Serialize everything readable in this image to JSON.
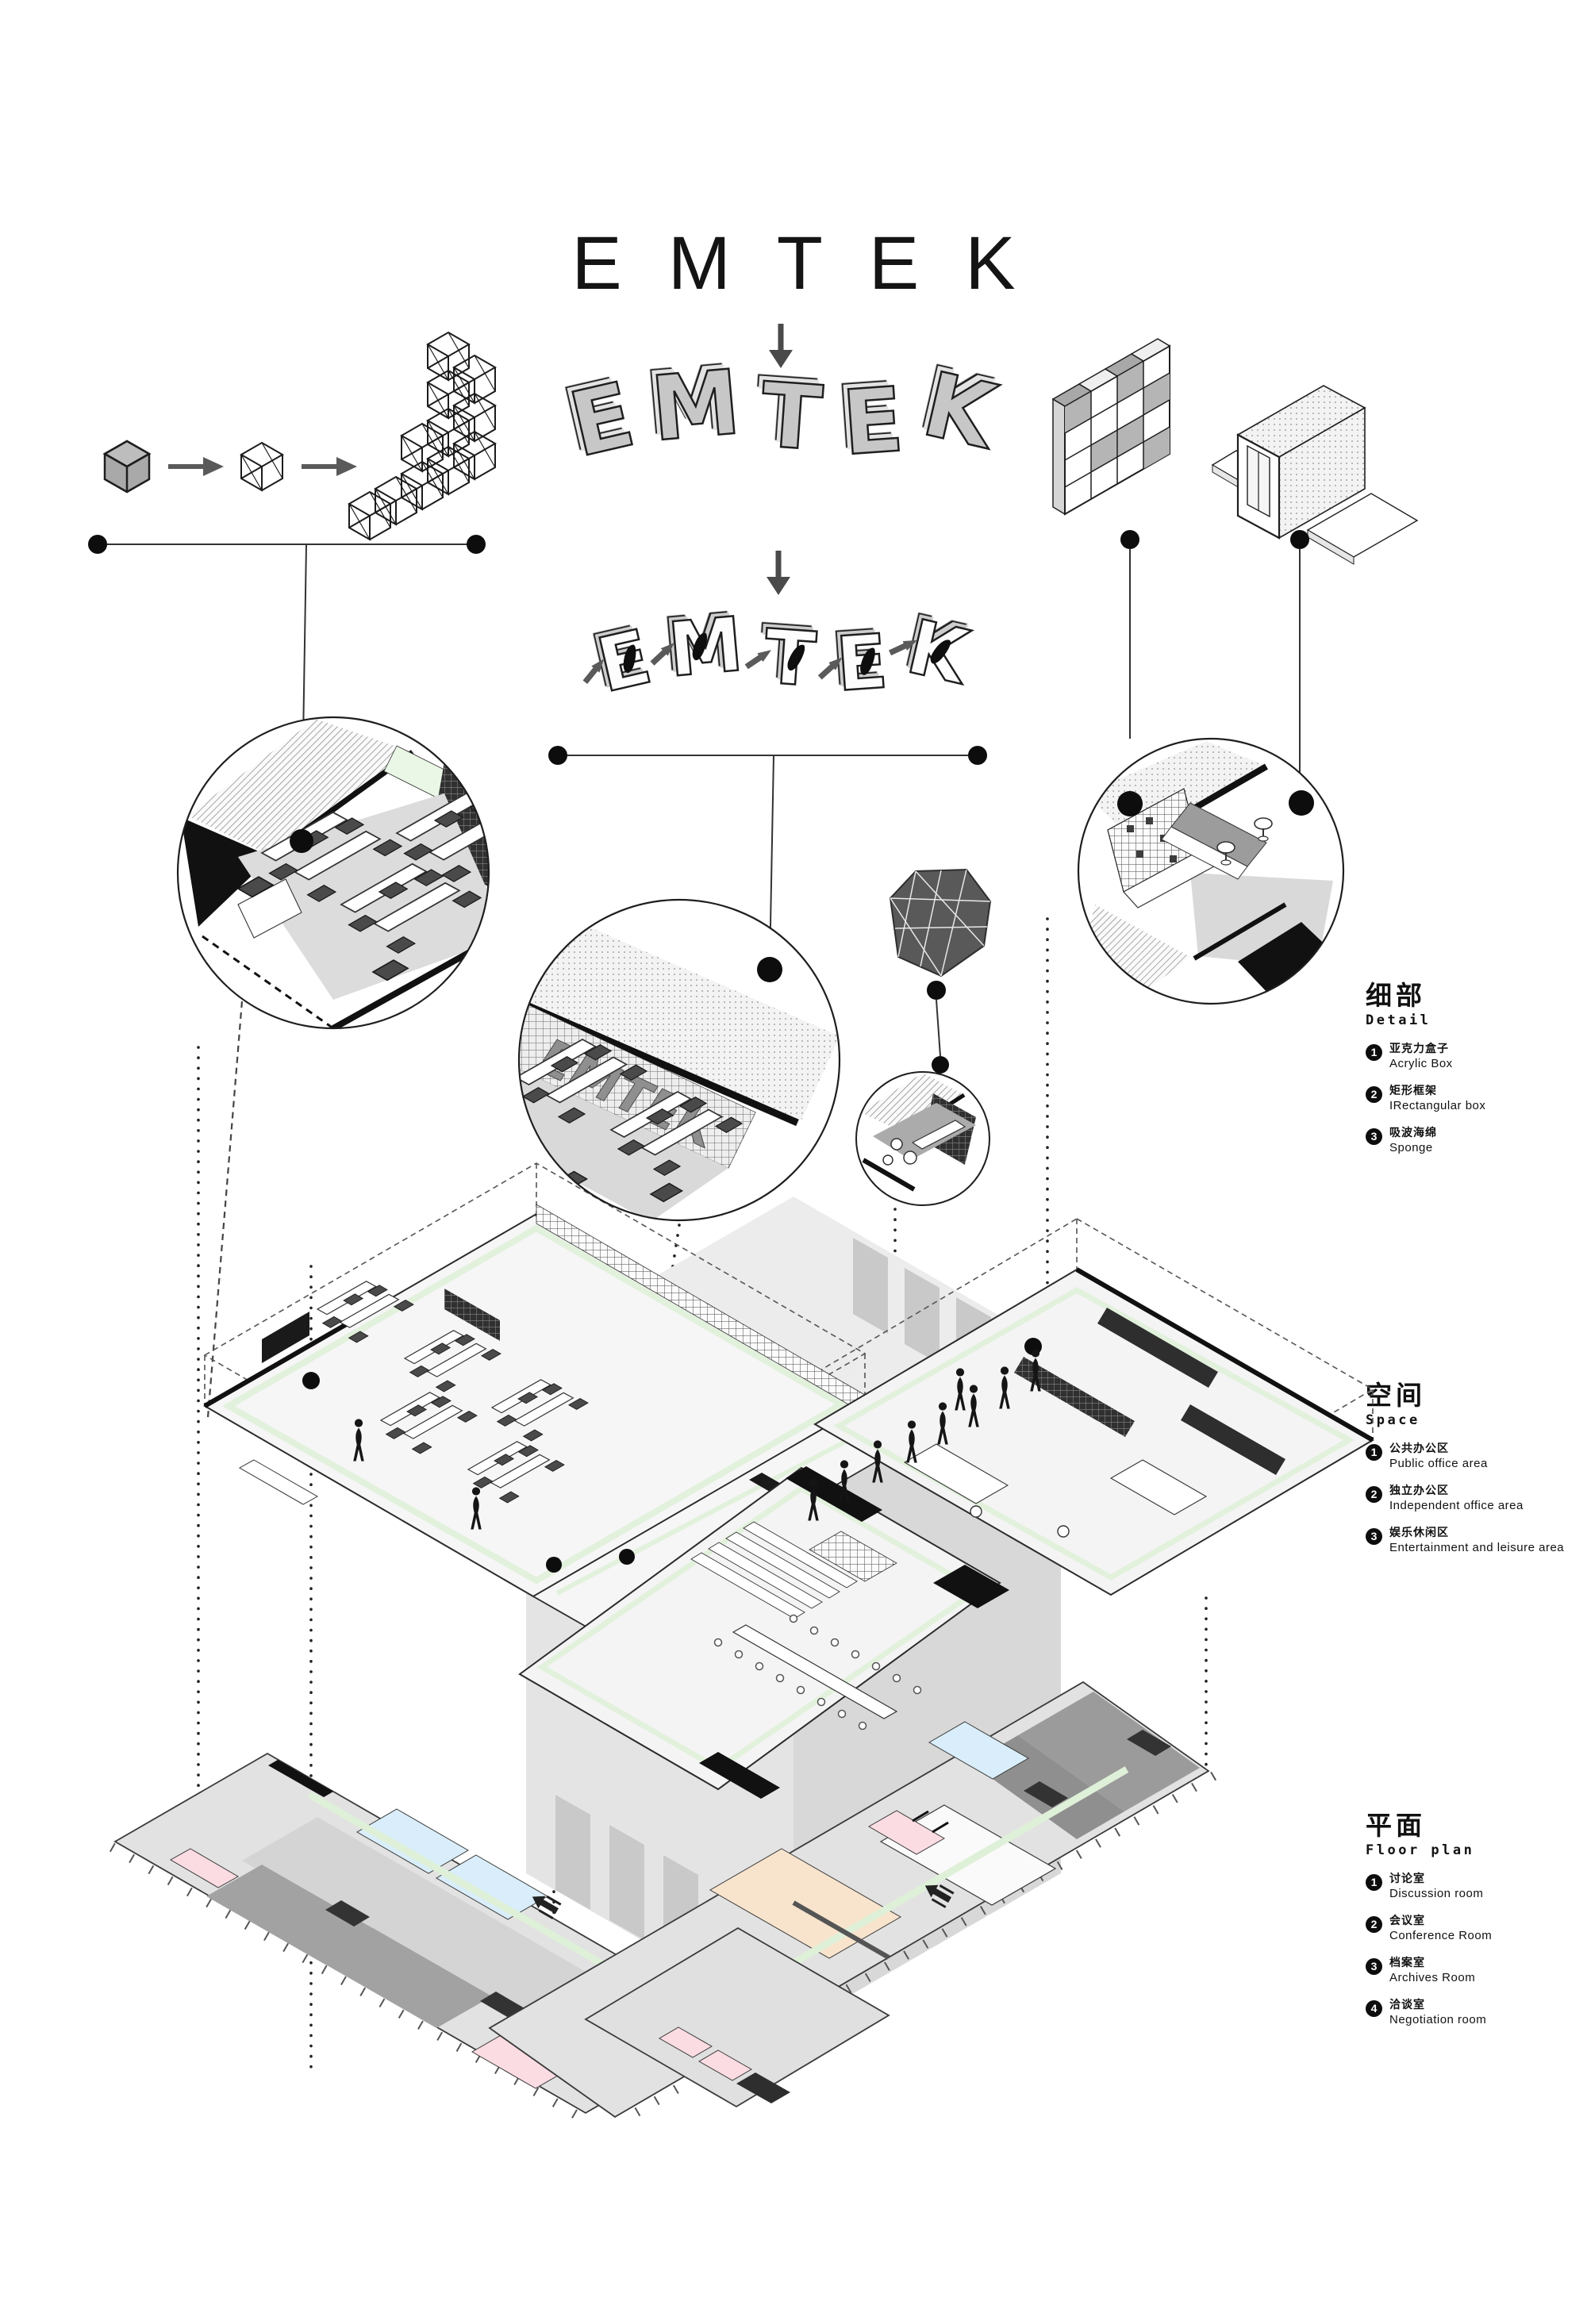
{
  "title": "EMTEK",
  "letters": [
    "E",
    "M",
    "T",
    "E",
    "K"
  ],
  "legends": {
    "detail": {
      "zh": "细部",
      "en": "Detail",
      "items": [
        {
          "num": "1",
          "zh": "亚克力盒子",
          "en": "Acrylic Box"
        },
        {
          "num": "2",
          "zh": "矩形框架",
          "en": "IRectangular box"
        },
        {
          "num": "3",
          "zh": "吸波海绵",
          "en": "Sponge"
        }
      ]
    },
    "space": {
      "zh": "空间",
      "en": "Space",
      "items": [
        {
          "num": "1",
          "zh": "公共办公区",
          "en": "Public office area"
        },
        {
          "num": "2",
          "zh": "独立办公区",
          "en": "Independent office area"
        },
        {
          "num": "3",
          "zh": "娱乐休闲区",
          "en": "Entertainment and leisure area"
        }
      ]
    },
    "floor_plan": {
      "zh": "平面",
      "en": "Floor plan",
      "items": [
        {
          "num": "1",
          "zh": "讨论室",
          "en": "Discussion room"
        },
        {
          "num": "2",
          "zh": "会议室",
          "en": "Conference Room"
        },
        {
          "num": "3",
          "zh": "档案室",
          "en": "Archives  Room"
        },
        {
          "num": "4",
          "zh": "洽谈室",
          "en": "Negotiation room"
        }
      ]
    }
  },
  "colors": {
    "ink": "#1e1e1e",
    "letter_gray": "#c7c7c7",
    "mass_gray": "#e4e4e4",
    "window_gray": "#c9c9c9",
    "plan_gray": "#e2e2e2",
    "room_gray": "#9e9e9e",
    "room_dark": "#353535",
    "room_pink": "#fbdce2",
    "room_blue": "#d9eefa",
    "room_peach": "#f8e4cd",
    "corridor_green": "#e2f1dc",
    "panel_dark": "#595959",
    "arrow_gray": "#5a5a5a"
  }
}
